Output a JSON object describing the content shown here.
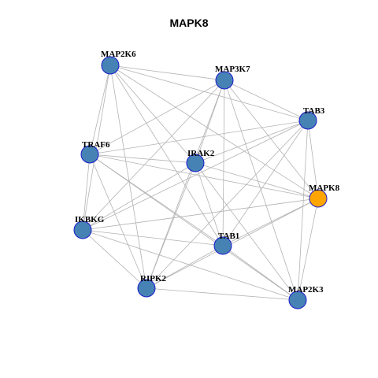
{
  "title": "MAPK8",
  "colors": {
    "node_default": "#4682b4",
    "node_highlight": "#ffa500",
    "node_border": "#1a1acc",
    "edge": "#b3b3b3"
  },
  "nodes": [
    {
      "id": "MAP2K6",
      "label": "MAP2K6",
      "highlight": false
    },
    {
      "id": "MAP3K7",
      "label": "MAP3K7",
      "highlight": false
    },
    {
      "id": "TAB3",
      "label": "TAB3",
      "highlight": false
    },
    {
      "id": "TRAF6",
      "label": "TRAF6",
      "highlight": false
    },
    {
      "id": "IRAK2",
      "label": "IRAK2",
      "highlight": false
    },
    {
      "id": "MAPK8",
      "label": "MAPK8",
      "highlight": true
    },
    {
      "id": "IKBKG",
      "label": "IKBKG",
      "highlight": false
    },
    {
      "id": "TAB1",
      "label": "TAB1",
      "highlight": false
    },
    {
      "id": "RIPK2",
      "label": "RIPK2",
      "highlight": false
    },
    {
      "id": "MAP2K3",
      "label": "MAP2K3",
      "highlight": false
    }
  ],
  "edges": [
    [
      "MAP2K6",
      "MAP3K7"
    ],
    [
      "MAP2K6",
      "TAB3"
    ],
    [
      "MAP2K6",
      "TRAF6"
    ],
    [
      "MAP2K6",
      "IKBKG"
    ],
    [
      "MAP2K6",
      "TAB1"
    ],
    [
      "MAP2K6",
      "RIPK2"
    ],
    [
      "MAP2K6",
      "MAPK8"
    ],
    [
      "MAP2K6",
      "IRAK2"
    ],
    [
      "MAP3K7",
      "TAB3"
    ],
    [
      "MAP3K7",
      "TRAF6"
    ],
    [
      "MAP3K7",
      "IRAK2"
    ],
    [
      "MAP3K7",
      "MAPK8"
    ],
    [
      "MAP3K7",
      "IKBKG"
    ],
    [
      "MAP3K7",
      "TAB1"
    ],
    [
      "MAP3K7",
      "RIPK2"
    ],
    [
      "MAP3K7",
      "MAP2K3"
    ],
    [
      "TAB3",
      "TRAF6"
    ],
    [
      "TAB3",
      "IRAK2"
    ],
    [
      "TAB3",
      "MAPK8"
    ],
    [
      "TAB3",
      "IKBKG"
    ],
    [
      "TAB3",
      "TAB1"
    ],
    [
      "TAB3",
      "RIPK2"
    ],
    [
      "TAB3",
      "MAP2K3"
    ],
    [
      "TRAF6",
      "IRAK2"
    ],
    [
      "TRAF6",
      "MAPK8"
    ],
    [
      "TRAF6",
      "IKBKG"
    ],
    [
      "TRAF6",
      "TAB1"
    ],
    [
      "TRAF6",
      "RIPK2"
    ],
    [
      "TRAF6",
      "MAP2K3"
    ],
    [
      "IRAK2",
      "MAPK8"
    ],
    [
      "IRAK2",
      "IKBKG"
    ],
    [
      "IRAK2",
      "TAB1"
    ],
    [
      "IRAK2",
      "RIPK2"
    ],
    [
      "IRAK2",
      "MAP2K3"
    ],
    [
      "MAPK8",
      "IKBKG"
    ],
    [
      "MAPK8",
      "TAB1"
    ],
    [
      "MAPK8",
      "RIPK2"
    ],
    [
      "MAPK8",
      "MAP2K3"
    ],
    [
      "IKBKG",
      "TAB1"
    ],
    [
      "IKBKG",
      "RIPK2"
    ],
    [
      "IKBKG",
      "MAP2K3"
    ],
    [
      "TAB1",
      "RIPK2"
    ],
    [
      "TAB1",
      "MAP2K3"
    ],
    [
      "RIPK2",
      "MAP2K3"
    ]
  ]
}
